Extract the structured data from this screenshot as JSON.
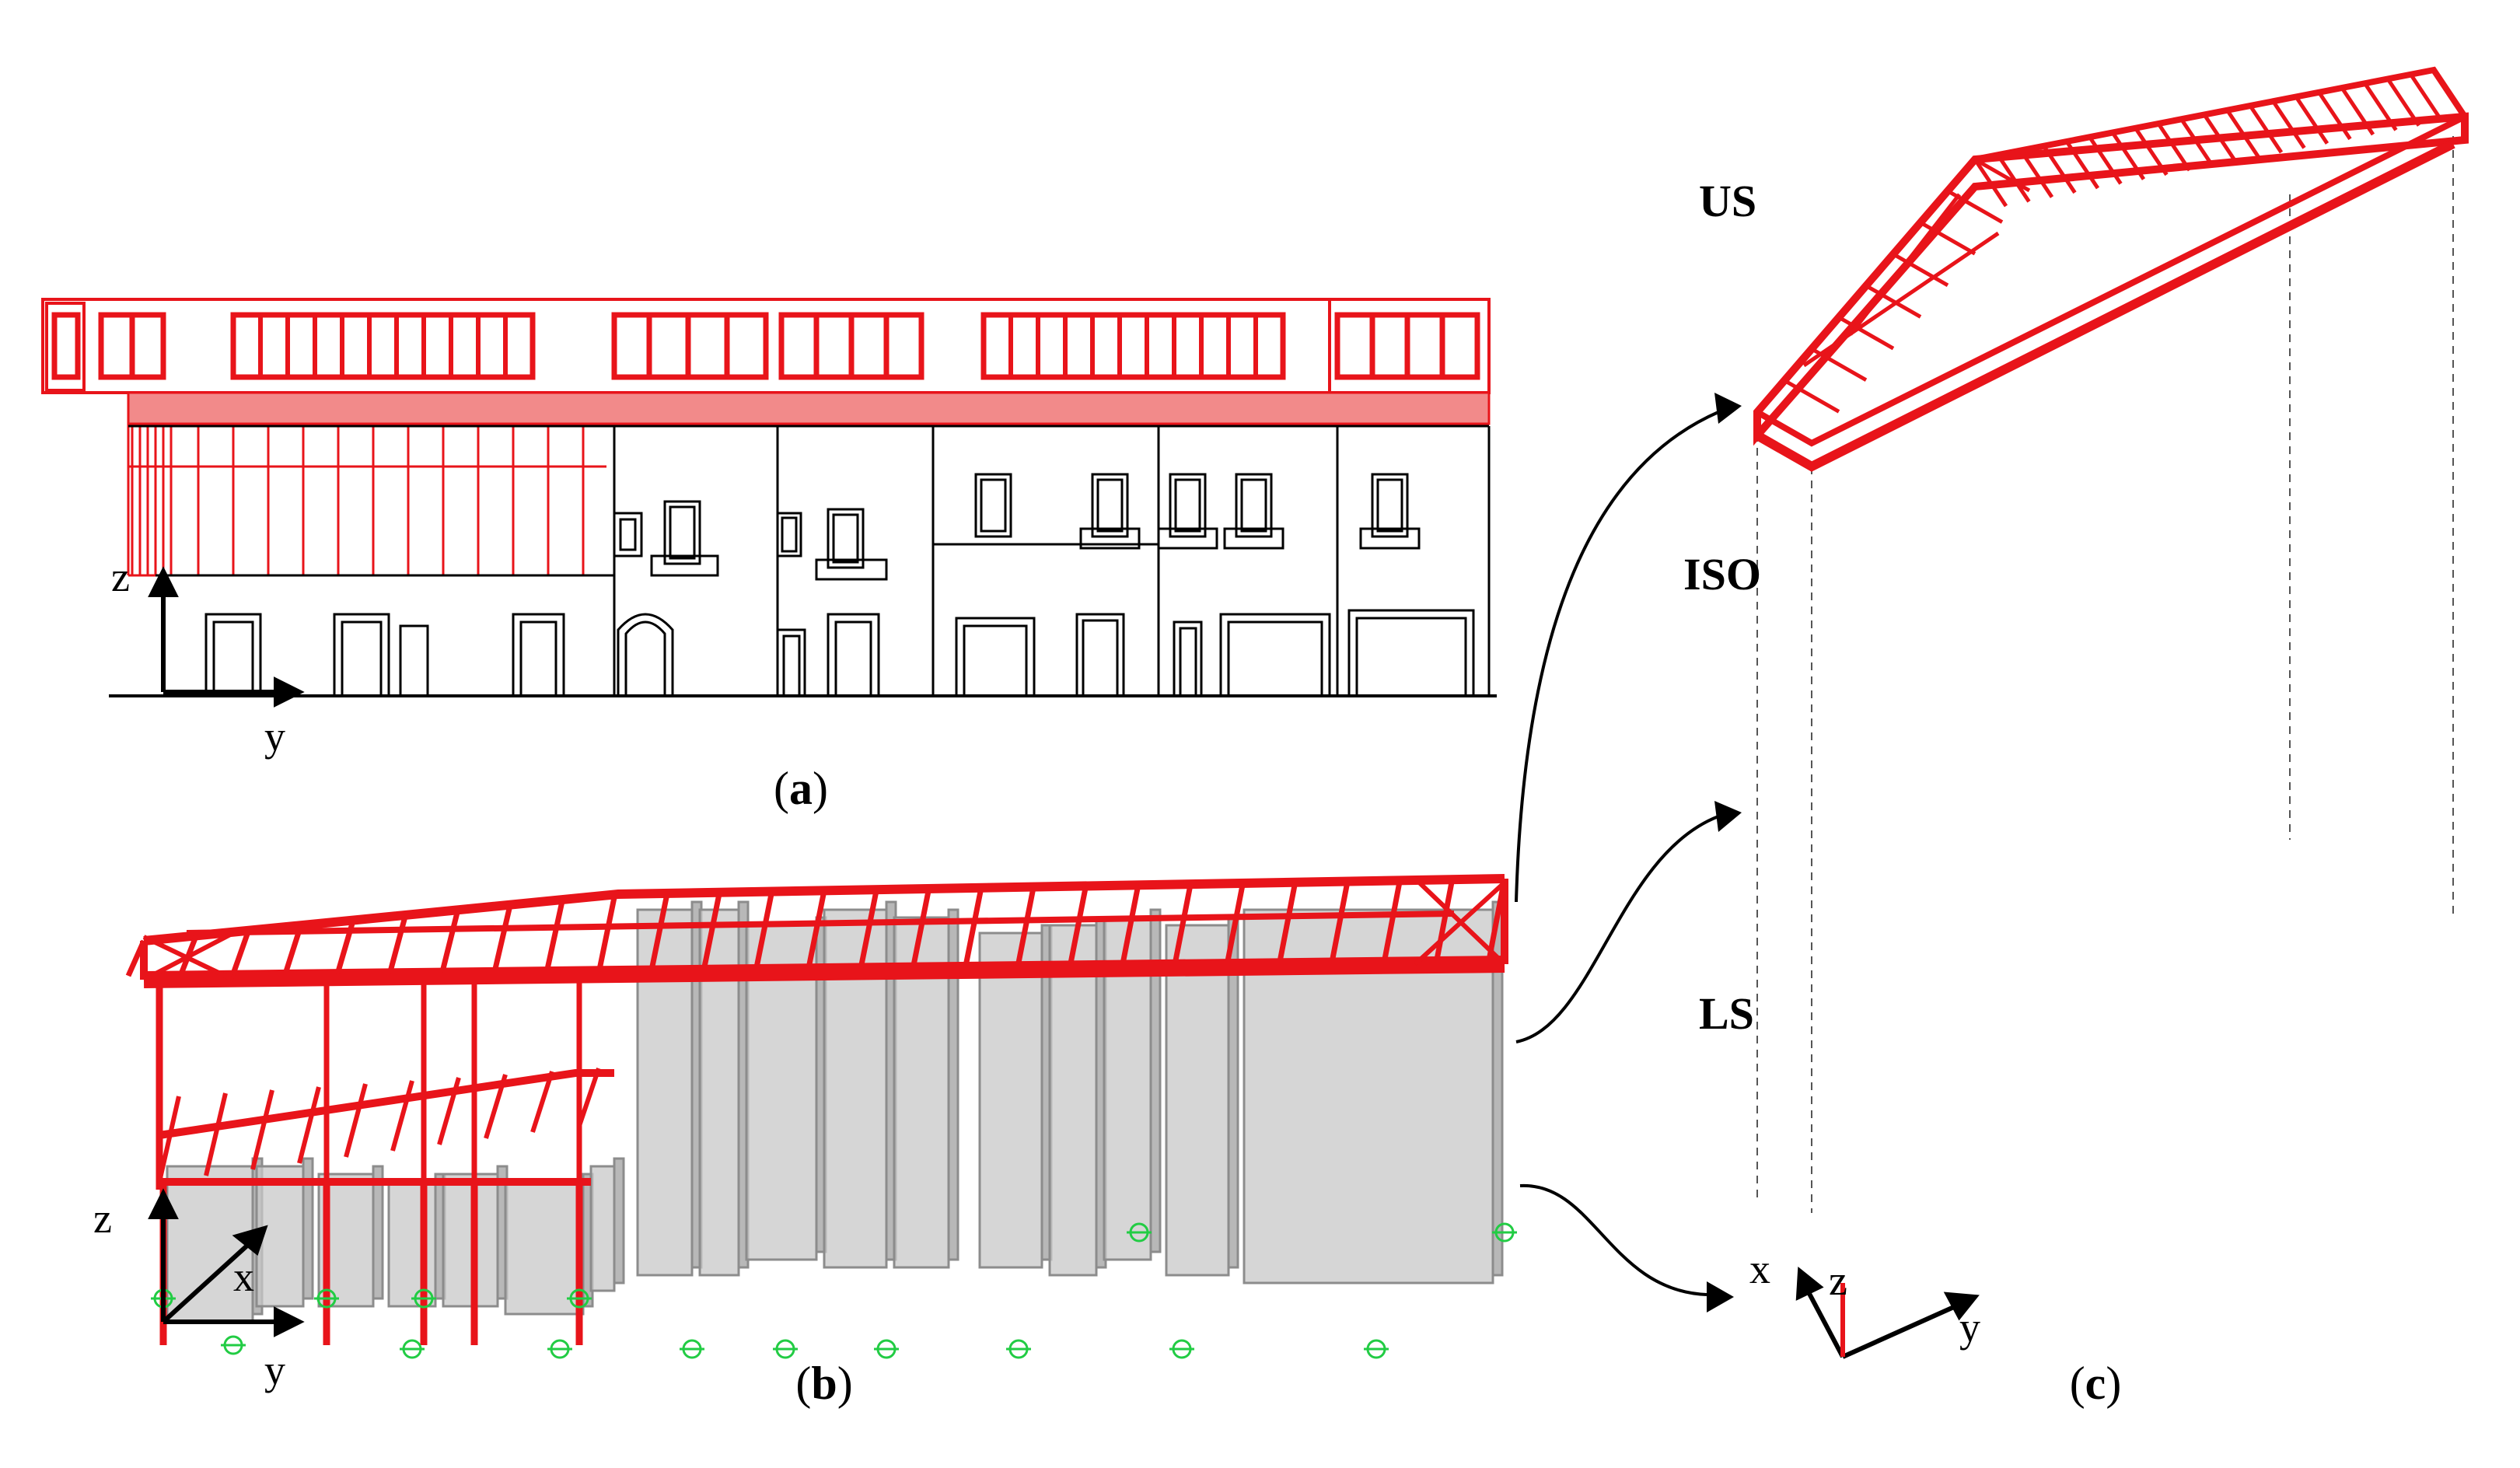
{
  "captions": {
    "a": {
      "open": "(",
      "letter": "a",
      "close": ")"
    },
    "b": {
      "open": "(",
      "letter": "b",
      "close": ")"
    },
    "c": {
      "open": "(",
      "letter": "c",
      "close": ")"
    }
  },
  "panel_a": {
    "axis_z": "z",
    "axis_y": "y"
  },
  "panel_b": {
    "axis_z": "z",
    "axis_x": "x",
    "axis_y": "y"
  },
  "panel_c": {
    "layers": [
      "US",
      "ISO",
      "LS"
    ],
    "axis_x": "x",
    "axis_z": "z",
    "axis_y": "y"
  },
  "colors": {
    "steel": "#e8141a",
    "steel_light": "#f28a8a",
    "concrete": "#c8c8c8",
    "concrete_dark": "#9a9a9a",
    "support": "#22cc44",
    "masonry_line": "#000000"
  }
}
